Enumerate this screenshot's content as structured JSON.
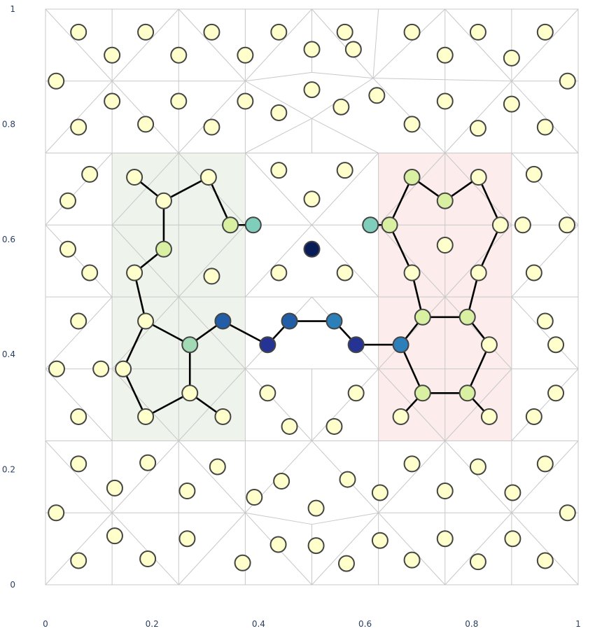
{
  "chart_data": {
    "type": "scatter",
    "xlim": [
      0,
      1
    ],
    "ylim": [
      0,
      1
    ],
    "x_ticks": [
      "0",
      "0.2",
      "0.4",
      "0.6",
      "0.8",
      "1"
    ],
    "y_ticks": [
      "0",
      "0.2",
      "0.4",
      "0.6",
      "0.8",
      "1"
    ],
    "regions": [
      {
        "x0": 0.125,
        "x1": 0.375,
        "y0": 0.25,
        "y1": 0.75,
        "color": "#e8f0e6"
      },
      {
        "x0": 0.625,
        "x1": 0.875,
        "y0": 0.25,
        "y1": 0.75,
        "color": "#fbe6e6"
      }
    ],
    "colors": {
      "pale": "#ffffcc",
      "light_green": "#d9f0a3",
      "mint": "#a1dab4",
      "teal": "#7fcdbb",
      "blue": "#2c7fb8",
      "mid_blue": "#225ea8",
      "dark_blue": "#253494",
      "navy": "#081d58"
    },
    "points": [
      [
        0.062,
        0.96,
        "pale"
      ],
      [
        0.188,
        0.96,
        "pale"
      ],
      [
        0.312,
        0.96,
        "pale"
      ],
      [
        0.438,
        0.96,
        "pale"
      ],
      [
        0.562,
        0.96,
        "pale"
      ],
      [
        0.688,
        0.96,
        "pale"
      ],
      [
        0.812,
        0.96,
        "pale"
      ],
      [
        0.938,
        0.96,
        "pale"
      ],
      [
        0.125,
        0.92,
        "pale"
      ],
      [
        0.25,
        0.92,
        "pale"
      ],
      [
        0.375,
        0.92,
        "pale"
      ],
      [
        0.5,
        0.93,
        "pale"
      ],
      [
        0.578,
        0.93,
        "pale"
      ],
      [
        0.75,
        0.92,
        "pale"
      ],
      [
        0.875,
        0.915,
        "pale"
      ],
      [
        0.02,
        0.875,
        "pale"
      ],
      [
        0.98,
        0.875,
        "pale"
      ],
      [
        0.125,
        0.84,
        "pale"
      ],
      [
        0.25,
        0.84,
        "pale"
      ],
      [
        0.375,
        0.84,
        "pale"
      ],
      [
        0.5,
        0.86,
        "pale"
      ],
      [
        0.555,
        0.83,
        "pale"
      ],
      [
        0.622,
        0.85,
        "pale"
      ],
      [
        0.75,
        0.84,
        "pale"
      ],
      [
        0.875,
        0.835,
        "pale"
      ],
      [
        0.062,
        0.795,
        "pale"
      ],
      [
        0.188,
        0.8,
        "pale"
      ],
      [
        0.312,
        0.795,
        "pale"
      ],
      [
        0.438,
        0.82,
        "pale"
      ],
      [
        0.688,
        0.8,
        "pale"
      ],
      [
        0.812,
        0.793,
        "pale"
      ],
      [
        0.938,
        0.795,
        "pale"
      ],
      [
        0.083,
        0.713,
        "pale"
      ],
      [
        0.042,
        0.667,
        "pale"
      ],
      [
        0.438,
        0.72,
        "pale"
      ],
      [
        0.562,
        0.72,
        "pale"
      ],
      [
        0.5,
        0.67,
        "pale"
      ],
      [
        0.917,
        0.713,
        "pale"
      ],
      [
        0.896,
        0.625,
        "pale"
      ],
      [
        0.979,
        0.625,
        "pale"
      ],
      [
        0.042,
        0.583,
        "pale"
      ],
      [
        0.75,
        0.59,
        "pale"
      ],
      [
        0.083,
        0.542,
        "pale"
      ],
      [
        0.438,
        0.542,
        "pale"
      ],
      [
        0.562,
        0.542,
        "pale"
      ],
      [
        0.312,
        0.536,
        "pale"
      ],
      [
        0.917,
        0.542,
        "pale"
      ],
      [
        0.062,
        0.458,
        "pale"
      ],
      [
        0.021,
        0.375,
        "pale"
      ],
      [
        0.104,
        0.375,
        "pale"
      ],
      [
        0.938,
        0.458,
        "pale"
      ],
      [
        0.958,
        0.417,
        "pale"
      ],
      [
        0.062,
        0.292,
        "pale"
      ],
      [
        0.958,
        0.333,
        "pale"
      ],
      [
        0.917,
        0.292,
        "pale"
      ],
      [
        0.417,
        0.333,
        "pale"
      ],
      [
        0.458,
        0.275,
        "pale"
      ],
      [
        0.542,
        0.275,
        "pale"
      ],
      [
        0.583,
        0.333,
        "pale"
      ],
      [
        0.062,
        0.21,
        "pale"
      ],
      [
        0.192,
        0.212,
        "pale"
      ],
      [
        0.323,
        0.205,
        "pale"
      ],
      [
        0.443,
        0.18,
        "pale"
      ],
      [
        0.567,
        0.183,
        "pale"
      ],
      [
        0.688,
        0.21,
        "pale"
      ],
      [
        0.812,
        0.205,
        "pale"
      ],
      [
        0.938,
        0.21,
        "pale"
      ],
      [
        0.13,
        0.168,
        "pale"
      ],
      [
        0.266,
        0.163,
        "pale"
      ],
      [
        0.392,
        0.152,
        "pale"
      ],
      [
        0.508,
        0.133,
        "pale"
      ],
      [
        0.628,
        0.16,
        "pale"
      ],
      [
        0.75,
        0.163,
        "pale"
      ],
      [
        0.877,
        0.16,
        "pale"
      ],
      [
        0.02,
        0.125,
        "pale"
      ],
      [
        0.98,
        0.125,
        "pale"
      ],
      [
        0.13,
        0.085,
        "pale"
      ],
      [
        0.266,
        0.08,
        "pale"
      ],
      [
        0.437,
        0.07,
        "pale"
      ],
      [
        0.508,
        0.068,
        "pale"
      ],
      [
        0.628,
        0.077,
        "pale"
      ],
      [
        0.75,
        0.08,
        "pale"
      ],
      [
        0.877,
        0.08,
        "pale"
      ],
      [
        0.062,
        0.042,
        "pale"
      ],
      [
        0.192,
        0.045,
        "pale"
      ],
      [
        0.37,
        0.038,
        "pale"
      ],
      [
        0.565,
        0.037,
        "pale"
      ],
      [
        0.688,
        0.043,
        "pale"
      ],
      [
        0.812,
        0.04,
        "pale"
      ],
      [
        0.938,
        0.042,
        "pale"
      ],
      [
        0.5,
        0.583,
        "navy"
      ]
    ],
    "graph_nodes": [
      [
        0.167,
        0.708,
        "pale"
      ],
      [
        0.222,
        0.667,
        "pale"
      ],
      [
        0.306,
        0.708,
        "pale"
      ],
      [
        0.222,
        0.583,
        "light_green"
      ],
      [
        0.347,
        0.625,
        "light_green"
      ],
      [
        0.39,
        0.625,
        "teal"
      ],
      [
        0.167,
        0.542,
        "pale"
      ],
      [
        0.188,
        0.458,
        "pale"
      ],
      [
        0.271,
        0.417,
        "mint"
      ],
      [
        0.333,
        0.458,
        "mid_blue"
      ],
      [
        0.417,
        0.417,
        "dark_blue"
      ],
      [
        0.458,
        0.458,
        "mid_blue"
      ],
      [
        0.542,
        0.458,
        "blue"
      ],
      [
        0.583,
        0.417,
        "dark_blue"
      ],
      [
        0.667,
        0.417,
        "blue"
      ],
      [
        0.146,
        0.375,
        "pale"
      ],
      [
        0.271,
        0.333,
        "pale"
      ],
      [
        0.188,
        0.292,
        "pale"
      ],
      [
        0.333,
        0.292,
        "pale"
      ],
      [
        0.61,
        0.625,
        "teal"
      ],
      [
        0.646,
        0.625,
        "light_green"
      ],
      [
        0.688,
        0.708,
        "light_green"
      ],
      [
        0.75,
        0.667,
        "light_green"
      ],
      [
        0.813,
        0.708,
        "pale"
      ],
      [
        0.854,
        0.625,
        "pale"
      ],
      [
        0.688,
        0.542,
        "pale"
      ],
      [
        0.813,
        0.542,
        "pale"
      ],
      [
        0.708,
        0.465,
        "light_green"
      ],
      [
        0.792,
        0.465,
        "light_green"
      ],
      [
        0.833,
        0.417,
        "pale"
      ],
      [
        0.708,
        0.333,
        "light_green"
      ],
      [
        0.792,
        0.333,
        "light_green"
      ],
      [
        0.667,
        0.292,
        "pale"
      ],
      [
        0.833,
        0.292,
        "pale"
      ]
    ],
    "graph_edges": [
      [
        0,
        1
      ],
      [
        1,
        2
      ],
      [
        1,
        3
      ],
      [
        2,
        4
      ],
      [
        4,
        5
      ],
      [
        3,
        6
      ],
      [
        6,
        7
      ],
      [
        7,
        8
      ],
      [
        7,
        15
      ],
      [
        15,
        17
      ],
      [
        17,
        16
      ],
      [
        16,
        8
      ],
      [
        16,
        18
      ],
      [
        8,
        9
      ],
      [
        9,
        10
      ],
      [
        10,
        11
      ],
      [
        11,
        12
      ],
      [
        12,
        13
      ],
      [
        13,
        14
      ],
      [
        19,
        20
      ],
      [
        20,
        25
      ],
      [
        20,
        21
      ],
      [
        21,
        22
      ],
      [
        22,
        23
      ],
      [
        23,
        24
      ],
      [
        24,
        26
      ],
      [
        25,
        27
      ],
      [
        26,
        28
      ],
      [
        27,
        28
      ],
      [
        27,
        14
      ],
      [
        28,
        29
      ],
      [
        14,
        30
      ],
      [
        29,
        31
      ],
      [
        30,
        31
      ],
      [
        30,
        32
      ],
      [
        31,
        33
      ]
    ],
    "mesh_lines": [
      [
        0,
        0.75,
        1,
        0.75
      ],
      [
        0,
        0.625,
        0.375,
        0.625
      ],
      [
        0.625,
        0.625,
        1,
        0.625
      ],
      [
        0,
        0.5,
        1,
        0.5
      ],
      [
        0,
        0.375,
        0.375,
        0.375
      ],
      [
        0.625,
        0.375,
        1,
        0.375
      ],
      [
        0,
        0.25,
        1,
        0.25
      ],
      [
        0.125,
        0.25,
        0.125,
        0.75
      ],
      [
        0.25,
        0.25,
        0.25,
        0.75
      ],
      [
        0.375,
        0.25,
        0.375,
        0.75
      ],
      [
        0.625,
        0.25,
        0.625,
        0.75
      ],
      [
        0.75,
        0.25,
        0.75,
        0.75
      ],
      [
        0.875,
        0.25,
        0.875,
        0.75
      ],
      [
        0.125,
        0.625,
        0.25,
        0.75
      ],
      [
        0.125,
        0.625,
        0.25,
        0.5
      ],
      [
        0.25,
        0.75,
        0.375,
        0.625
      ],
      [
        0.25,
        0.5,
        0.375,
        0.625
      ],
      [
        0.125,
        0.375,
        0.25,
        0.5
      ],
      [
        0.125,
        0.375,
        0.25,
        0.25
      ],
      [
        0.25,
        0.5,
        0.375,
        0.375
      ],
      [
        0.25,
        0.25,
        0.375,
        0.375
      ],
      [
        0.625,
        0.625,
        0.75,
        0.75
      ],
      [
        0.625,
        0.625,
        0.75,
        0.5
      ],
      [
        0.75,
        0.75,
        0.875,
        0.625
      ],
      [
        0.75,
        0.5,
        0.875,
        0.625
      ],
      [
        0.625,
        0.375,
        0.75,
        0.5
      ],
      [
        0.625,
        0.375,
        0.75,
        0.25
      ],
      [
        0.75,
        0.5,
        0.875,
        0.375
      ],
      [
        0.75,
        0.25,
        0.875,
        0.375
      ],
      [
        0,
        0.625,
        0.125,
        0.75
      ],
      [
        0,
        0.625,
        0.125,
        0.5
      ],
      [
        0,
        0.375,
        0.125,
        0.5
      ],
      [
        0,
        0.375,
        0.125,
        0.25
      ],
      [
        1,
        0.625,
        0.875,
        0.75
      ],
      [
        1,
        0.625,
        0.875,
        0.5
      ],
      [
        1,
        0.375,
        0.875,
        0.5
      ],
      [
        1,
        0.375,
        0.875,
        0.25
      ],
      [
        0.375,
        0.75,
        0.5,
        0.81
      ],
      [
        0.5,
        0.81,
        0.625,
        0.75
      ],
      [
        0.5,
        0.81,
        0.5,
        0.75
      ],
      [
        0.375,
        0.75,
        0.5,
        0.625
      ],
      [
        0.5,
        0.625,
        0.625,
        0.75
      ],
      [
        0.375,
        0.625,
        0.625,
        0.625
      ],
      [
        0.375,
        0.5,
        0.5,
        0.625
      ],
      [
        0.5,
        0.625,
        0.625,
        0.5
      ],
      [
        0.375,
        0.5,
        0.625,
        0.5
      ],
      [
        0.375,
        0.375,
        0.5,
        0.5
      ],
      [
        0.5,
        0.5,
        0.625,
        0.375
      ],
      [
        0.375,
        0.375,
        0.625,
        0.375
      ],
      [
        0.375,
        0.375,
        0.5,
        0.25
      ],
      [
        0.5,
        0.25,
        0.625,
        0.375
      ],
      [
        0.5,
        0.375,
        0.5,
        0.25
      ],
      [
        0,
        1,
        0.125,
        0.875
      ],
      [
        0.125,
        0.875,
        0.25,
        1
      ],
      [
        0.25,
        1,
        0.375,
        0.875
      ],
      [
        0.375,
        0.875,
        0.5,
        1
      ],
      [
        0.5,
        1,
        0.615,
        0.88
      ],
      [
        0.615,
        0.88,
        0.75,
        1
      ],
      [
        0.75,
        1,
        0.875,
        0.875
      ],
      [
        0.875,
        0.875,
        1,
        1
      ],
      [
        0,
        0.75,
        0.125,
        0.875
      ],
      [
        0.125,
        0.875,
        0.25,
        0.75
      ],
      [
        0.25,
        0.75,
        0.375,
        0.875
      ],
      [
        0.375,
        0.875,
        0.5,
        0.81
      ],
      [
        0.5,
        0.81,
        0.615,
        0.88
      ],
      [
        0.615,
        0.88,
        0.75,
        0.75
      ],
      [
        0.75,
        0.75,
        0.875,
        0.875
      ],
      [
        0.875,
        0.875,
        1,
        0.75
      ],
      [
        0,
        0.875,
        0.125,
        0.875
      ],
      [
        0.125,
        0.875,
        0.375,
        0.875
      ],
      [
        0.375,
        0.875,
        0.5,
        0.89
      ],
      [
        0.5,
        0.89,
        0.615,
        0.88
      ],
      [
        0.615,
        0.88,
        0.875,
        0.875
      ],
      [
        0.875,
        0.875,
        1,
        0.875
      ],
      [
        0.125,
        1,
        0.125,
        0.875
      ],
      [
        0.25,
        1,
        0.25,
        0.875
      ],
      [
        0.375,
        1,
        0.375,
        0.875
      ],
      [
        0.5,
        1,
        0.5,
        0.89
      ],
      [
        0.625,
        1,
        0.615,
        0.88
      ],
      [
        0.75,
        1,
        0.75,
        0.875
      ],
      [
        0.875,
        1,
        0.875,
        0.875
      ],
      [
        0.125,
        0.875,
        0.125,
        0.75
      ],
      [
        0.25,
        0.875,
        0.25,
        0.75
      ],
      [
        0.375,
        0.875,
        0.375,
        0.75
      ],
      [
        0.75,
        0.875,
        0.75,
        0.75
      ],
      [
        0.875,
        0.875,
        0.875,
        0.75
      ],
      [
        0,
        0,
        0.125,
        0.125
      ],
      [
        0.125,
        0.125,
        0.25,
        0
      ],
      [
        0.25,
        0,
        0.375,
        0.125
      ],
      [
        0.375,
        0.125,
        0.5,
        0
      ],
      [
        0.5,
        0,
        0.625,
        0.125
      ],
      [
        0.625,
        0.125,
        0.75,
        0
      ],
      [
        0.75,
        0,
        0.875,
        0.125
      ],
      [
        0.875,
        0.125,
        1,
        0
      ],
      [
        0,
        0.25,
        0.125,
        0.125
      ],
      [
        0.125,
        0.125,
        0.25,
        0.25
      ],
      [
        0.25,
        0.25,
        0.375,
        0.125
      ],
      [
        0.375,
        0.125,
        0.5,
        0.25
      ],
      [
        0.5,
        0.25,
        0.625,
        0.125
      ],
      [
        0.625,
        0.125,
        0.75,
        0.25
      ],
      [
        0.75,
        0.25,
        0.875,
        0.125
      ],
      [
        0.875,
        0.125,
        1,
        0.25
      ],
      [
        0,
        0.125,
        0.125,
        0.125
      ],
      [
        0.125,
        0.125,
        0.375,
        0.125
      ],
      [
        0.375,
        0.125,
        0.5,
        0.105
      ],
      [
        0.5,
        0.105,
        0.625,
        0.125
      ],
      [
        0.625,
        0.125,
        0.875,
        0.125
      ],
      [
        0.875,
        0.125,
        1,
        0.125
      ],
      [
        0.125,
        0,
        0.125,
        0.125
      ],
      [
        0.25,
        0,
        0.25,
        0.125
      ],
      [
        0.375,
        0,
        0.375,
        0.125
      ],
      [
        0.5,
        0,
        0.5,
        0.105
      ],
      [
        0.625,
        0,
        0.625,
        0.125
      ],
      [
        0.75,
        0,
        0.75,
        0.125
      ],
      [
        0.875,
        0,
        0.875,
        0.125
      ],
      [
        0.125,
        0.125,
        0.125,
        0.25
      ],
      [
        0.25,
        0.125,
        0.25,
        0.25
      ],
      [
        0.375,
        0.125,
        0.375,
        0.25
      ],
      [
        0.625,
        0.125,
        0.625,
        0.25
      ],
      [
        0.75,
        0.125,
        0.75,
        0.25
      ],
      [
        0.875,
        0.125,
        0.875,
        0.25
      ]
    ]
  }
}
